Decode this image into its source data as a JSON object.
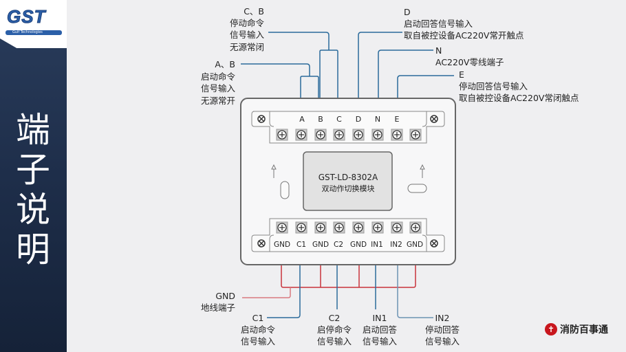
{
  "sidebar": {
    "logo_text": "GST",
    "logo_subtext": "Gulf Technologies",
    "title": "端子说明"
  },
  "module": {
    "model": "GST-LD-8302A",
    "name": "双动作切换模块"
  },
  "top_terminals": [
    "A",
    "B",
    "C",
    "D",
    "N",
    "E"
  ],
  "bottom_terminals": [
    "GND",
    "C1",
    "GND",
    "C2",
    "GND",
    "IN1",
    "IN2",
    "GND"
  ],
  "callouts": {
    "cb": [
      "C、B",
      "停动命令",
      "信号输入",
      "无源常闭"
    ],
    "ab": [
      "A、B",
      "启动命令",
      "信号输入",
      "无源常开"
    ],
    "d": [
      "D",
      "启动回答信号输入",
      "取自被控设备AC220V常开触点"
    ],
    "n": [
      "N",
      "AC220V零线端子"
    ],
    "e": [
      "E",
      "停动回答信号输入",
      "取自被控设备AC220V常闭触点"
    ],
    "gnd": [
      "GND",
      "地线端子"
    ],
    "c1": [
      "C1",
      "启动命令",
      "信号输入"
    ],
    "c2": [
      "C2",
      "启停命令",
      "信号输入"
    ],
    "in1": [
      "IN1",
      "启动回答",
      "信号输入"
    ],
    "in2": [
      "IN2",
      "停动回答",
      "信号输入"
    ]
  },
  "brand": {
    "name": "消防百事通"
  },
  "colors": {
    "sidebar": "#1e2e4a",
    "wire_blue": "#2a6a9a",
    "wire_red": "#c8323a",
    "gnd_lead": "#d9797f",
    "lead_gray_blue": "#6c93b3"
  }
}
